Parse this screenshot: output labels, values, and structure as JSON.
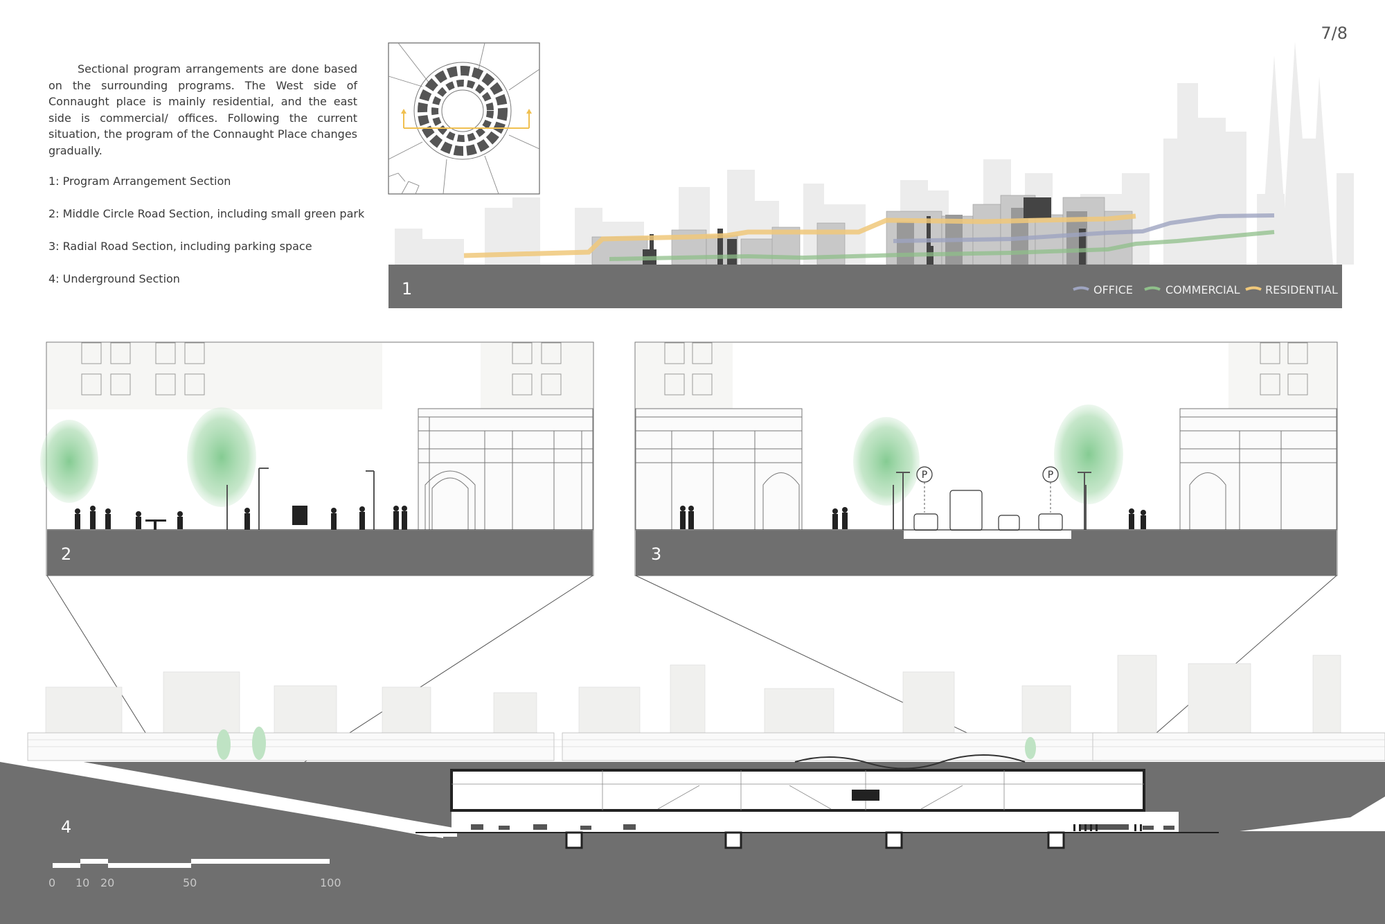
{
  "page": {
    "number": "7/8"
  },
  "intro": {
    "text": "Sectional program arrangements are done based on the surrounding programs. The West side of Connaught place is mainly residential, and the east side is commercial/ offices. Following the current situation, the program of the Connaught Place changes gradually."
  },
  "sections_list": [
    "1: Program Arrangement Section",
    "2: Middle Circle Road Section, including small green park",
    "3: Radial Road Section, including parking space",
    "4: Underground Section"
  ],
  "panels": {
    "p1": {
      "number": "1"
    },
    "p2": {
      "number": "2"
    },
    "p3": {
      "number": "3"
    },
    "p4": {
      "number": "4"
    }
  },
  "program_legend": [
    {
      "label": "OFFICE",
      "color": "#9ea4c0"
    },
    {
      "label": "COMMERCIAL",
      "color": "#8fbf8a"
    },
    {
      "label": "RESIDENTIAL",
      "color": "#f0c87a"
    }
  ],
  "parking_sign": "P",
  "scale_bar": {
    "ticks": [
      "0",
      "10",
      "20",
      "50",
      "100"
    ]
  },
  "colors": {
    "ground": "#6f6f6f",
    "tree": "#8fcf98",
    "residential": "#f0c87a",
    "commercial": "#8fbf8a",
    "office": "#9ea4c0"
  }
}
